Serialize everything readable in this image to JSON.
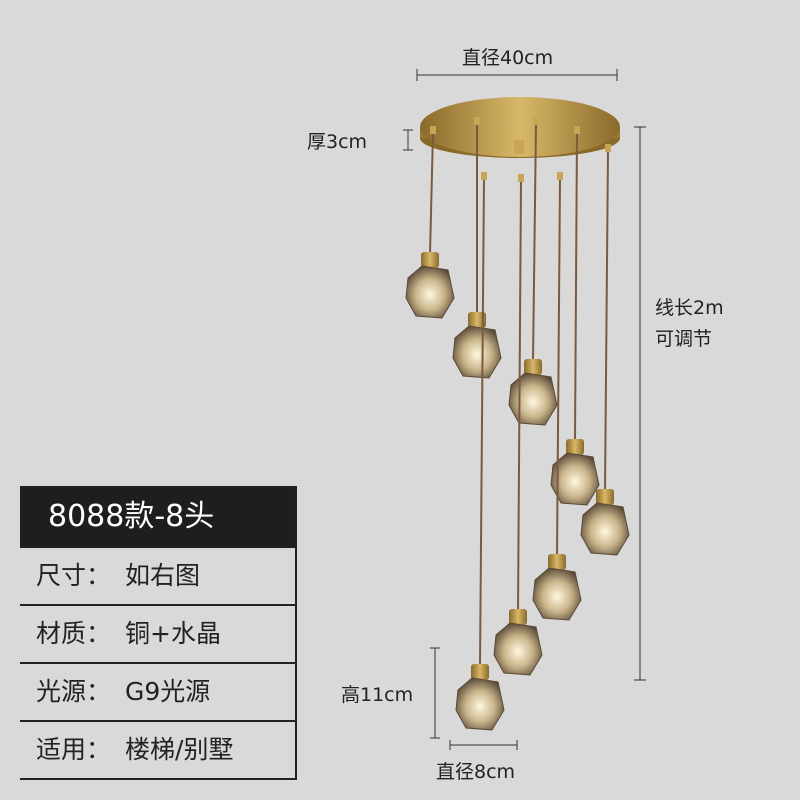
{
  "dimensions": {
    "canopy_diameter": "直径40cm",
    "canopy_thickness": "厚3cm",
    "cable_length_line1": "线长2m",
    "cable_length_line2": "可调节",
    "pendant_height": "高11cm",
    "pendant_diameter": "直径8cm"
  },
  "spec_table": {
    "title": "8088款-8头",
    "rows": [
      {
        "label": "尺寸：",
        "value": "如右图"
      },
      {
        "label": "材质：",
        "value": "铜+水晶"
      },
      {
        "label": "光源：",
        "value": "G9光源"
      },
      {
        "label": "适用：",
        "value": "楼梯/别墅"
      }
    ]
  },
  "colors": {
    "background": "#d9d9d9",
    "brass": "#b8923e",
    "header": "#1e1e1e"
  }
}
